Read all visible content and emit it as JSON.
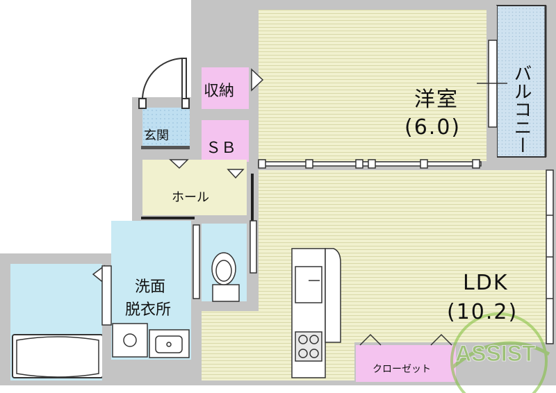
{
  "rooms": {
    "western_room": {
      "name": "洋室",
      "size": "(6.0)"
    },
    "storage": "収納",
    "entrance": "玄関",
    "shoe_box": "ＳＢ",
    "hall": "ホール",
    "balcony": "バルコニー",
    "washroom_line1": "洗面",
    "washroom_line2": "脱衣所",
    "ldk": {
      "name": "LDK",
      "size": "(10.2)"
    },
    "closet": "クローゼット"
  },
  "watermark": "ASSIST",
  "colors": {
    "wall": "#c4c4c4",
    "floor_wood": "#f1f1cf",
    "floor_tile": "#bfdff1",
    "water_area": "#c9eaf4",
    "storage": "#f4c3ef",
    "watermark": "#7fbf3a"
  }
}
